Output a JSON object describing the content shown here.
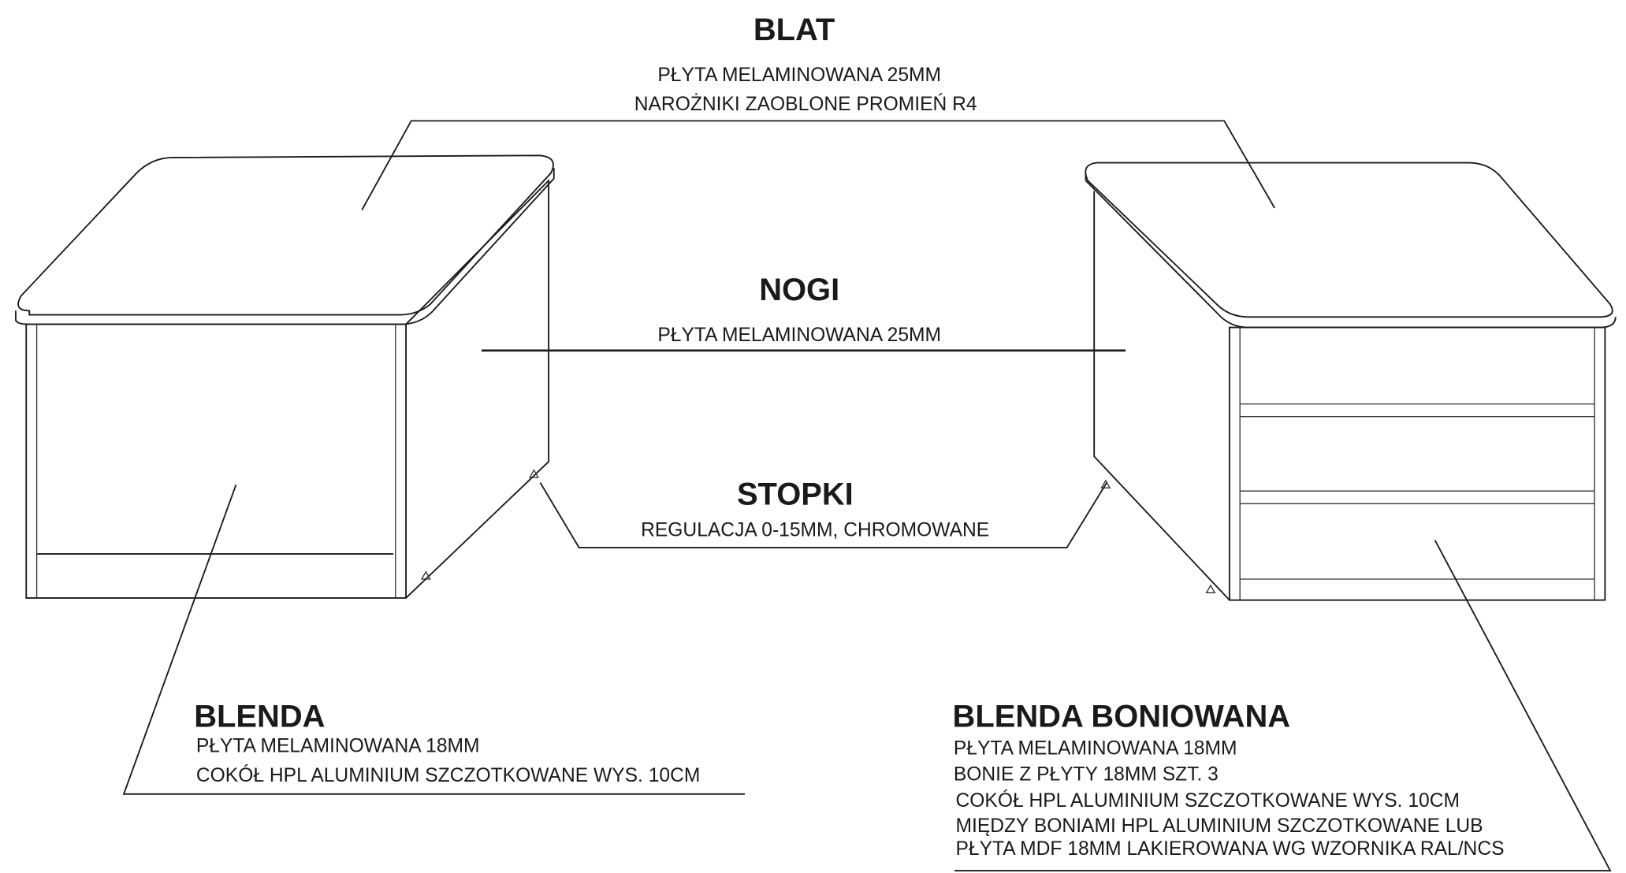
{
  "blat": {
    "title": "BLAT",
    "lines": [
      "PŁYTA MELAMINOWANA 25MM",
      "NAROŻNIKI ZAOBLONE PROMIEŃ R4"
    ]
  },
  "nogi": {
    "title": "NOGI",
    "lines": [
      "PŁYTA MELAMINOWANA 25MM"
    ]
  },
  "stopki": {
    "title": "STOPKI",
    "lines": [
      "REGULACJA 0-15MM, CHROMOWANE"
    ]
  },
  "blenda": {
    "title": "BLENDA",
    "lines": [
      "PŁYTA MELAMINOWANA 18MM",
      "COKÓŁ HPL ALUMINIUM SZCZOTKOWANE WYS. 10CM"
    ]
  },
  "blenda_boniowana": {
    "title": "BLENDA BONIOWANA",
    "lines": [
      "PŁYTA MELAMINOWANA 18MM",
      "BONIE Z PŁYTY 18MM SZT. 3",
      "COKÓŁ HPL ALUMINIUM SZCZOTKOWANE WYS. 10CM",
      "MIĘDZY BONIAMI HPL ALUMINIUM SZCZOTKOWANE LUB",
      "PŁYTA MDF 18MM LAKIEROWANA WG WZORNIKA RAL/NCS"
    ]
  }
}
